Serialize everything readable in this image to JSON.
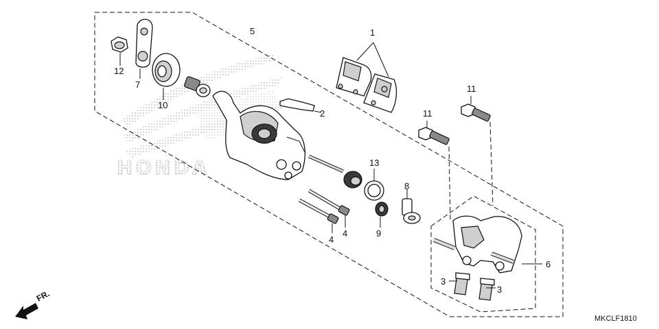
{
  "diagram": {
    "callouts": [
      {
        "id": "c1",
        "text": "1"
      },
      {
        "id": "c2",
        "text": "2"
      },
      {
        "id": "c3a",
        "text": "3"
      },
      {
        "id": "c3b",
        "text": "3"
      },
      {
        "id": "c4a",
        "text": "4"
      },
      {
        "id": "c4b",
        "text": "4"
      },
      {
        "id": "c5",
        "text": "5"
      },
      {
        "id": "c6",
        "text": "6"
      },
      {
        "id": "c7",
        "text": "7"
      },
      {
        "id": "c8",
        "text": "8"
      },
      {
        "id": "c9",
        "text": "9"
      },
      {
        "id": "c10",
        "text": "10"
      },
      {
        "id": "c11a",
        "text": "11"
      },
      {
        "id": "c11b",
        "text": "11"
      },
      {
        "id": "c12",
        "text": "12"
      },
      {
        "id": "c13",
        "text": "13"
      }
    ],
    "watermark_text": "HONDA",
    "direction_label": "FR.",
    "diagram_code": "MKCLF1810"
  }
}
